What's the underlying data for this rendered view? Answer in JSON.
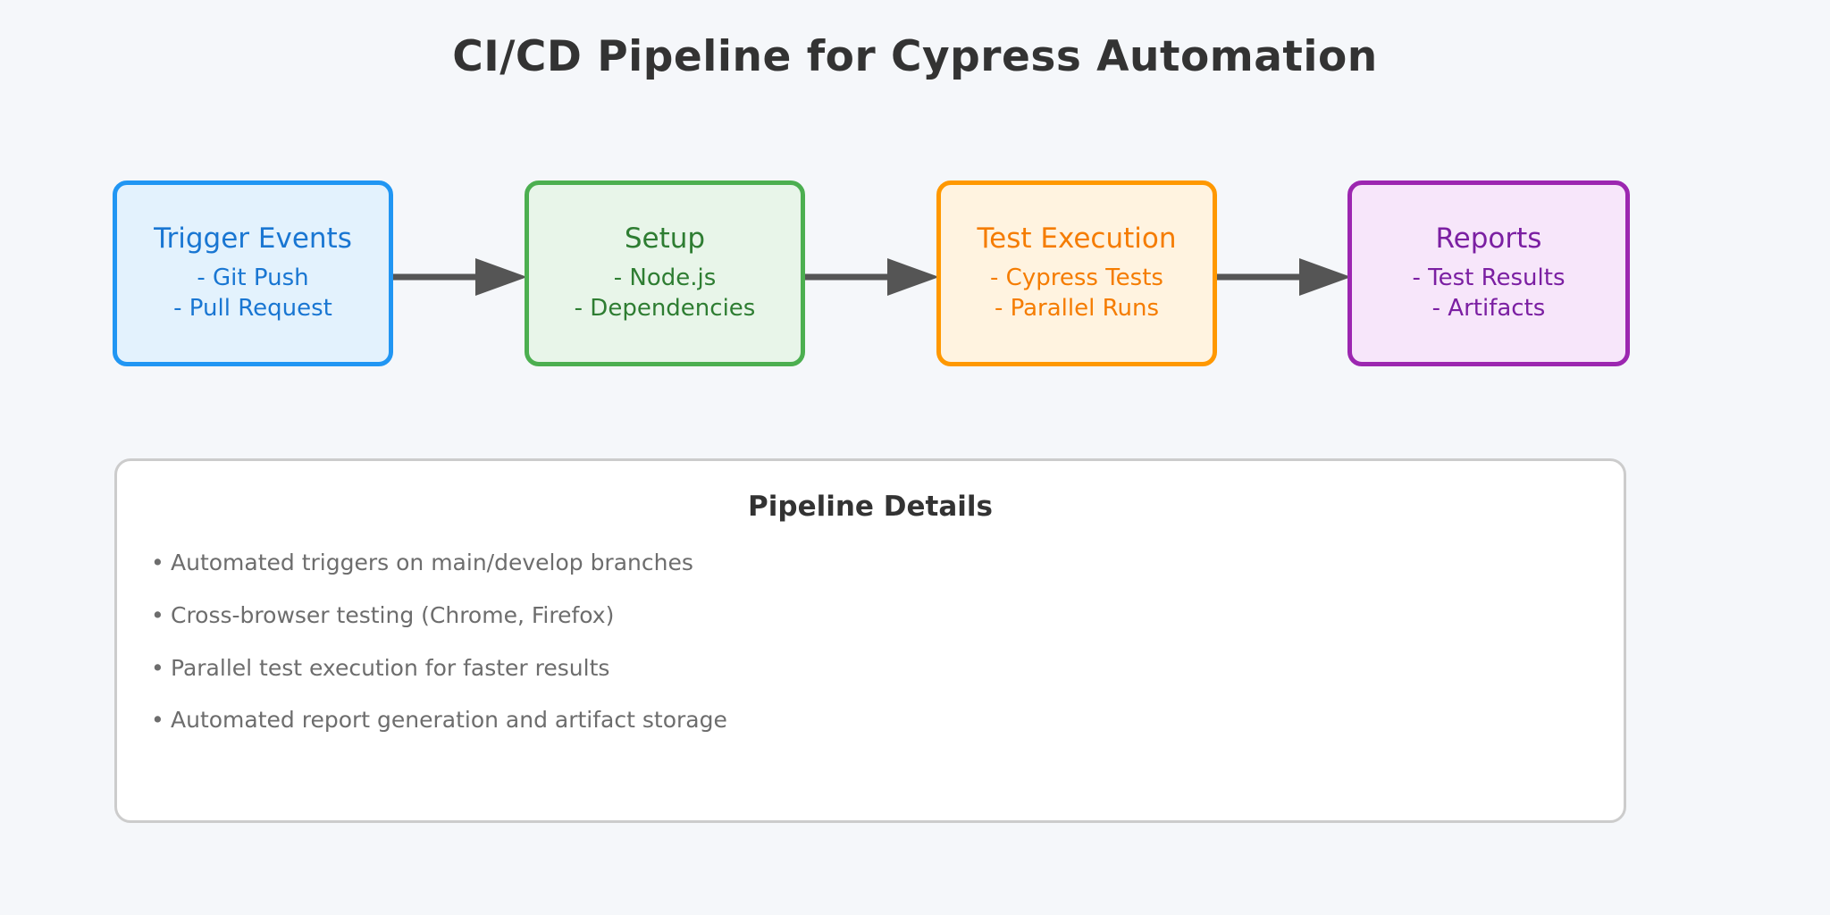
{
  "title": "CI/CD Pipeline for Cypress Automation",
  "theme": {
    "background": "#f5f7fa",
    "title_color": "#333333",
    "arrow_color": "#555555",
    "panel_border": "#cccccc",
    "panel_background": "#ffffff",
    "body_text": "#6d6d6d"
  },
  "pipeline": {
    "stages": [
      {
        "id": "trigger-events",
        "title": "Trigger Events",
        "lines": [
          "- Git Push",
          "- Pull Request"
        ],
        "border_color": "#2196f3",
        "fill_color": "#e3f2fd",
        "text_color": "#1976d2"
      },
      {
        "id": "setup",
        "title": "Setup",
        "lines": [
          "- Node.js",
          "- Dependencies"
        ],
        "border_color": "#4caf50",
        "fill_color": "#e8f5e9",
        "text_color": "#2e7d32"
      },
      {
        "id": "test-execution",
        "title": "Test Execution",
        "lines": [
          "- Cypress Tests",
          "- Parallel Runs"
        ],
        "border_color": "#ff9800",
        "fill_color": "#fff3e0",
        "text_color": "#f57c00"
      },
      {
        "id": "reports",
        "title": "Reports",
        "lines": [
          "- Test Results",
          "- Artifacts"
        ],
        "border_color": "#9c27b0",
        "fill_color": "#f7e6fa",
        "text_color": "#7b1fa2"
      }
    ],
    "connectors": [
      "arrow-right-icon",
      "arrow-right-icon",
      "arrow-right-icon"
    ]
  },
  "details": {
    "heading": "Pipeline Details",
    "bullet_glyph": "•",
    "items": [
      "Automated triggers on main/develop branches",
      "Cross-browser testing (Chrome, Firefox)",
      "Parallel test execution for faster results",
      "Automated report generation and artifact storage"
    ]
  }
}
